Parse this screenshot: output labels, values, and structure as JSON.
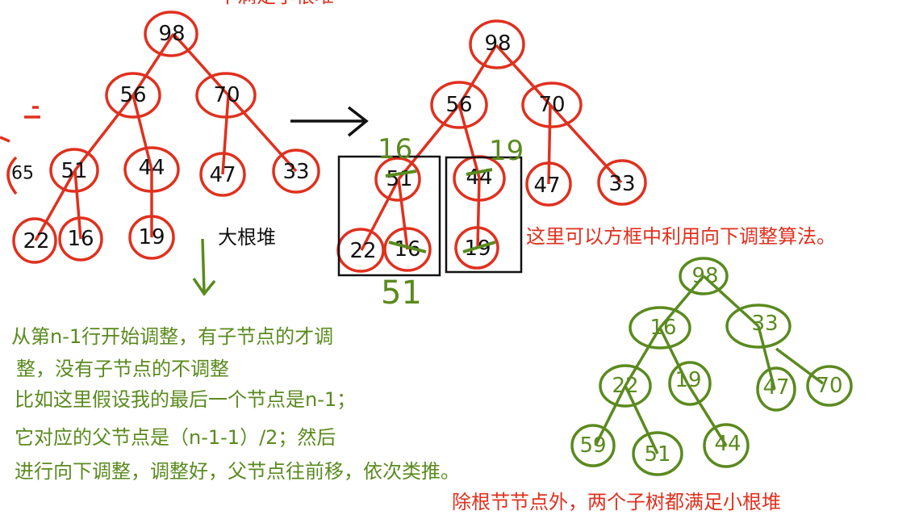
{
  "colors": {
    "red": "#e0301e",
    "green": "#5a8a1e",
    "black": "#111111"
  },
  "heading_partial": "不满足小根堆",
  "tree1": {
    "nodes": [
      "98",
      "56",
      "70",
      "51",
      "44",
      "47",
      "33",
      "22",
      "16",
      "19"
    ],
    "partial_node": "65"
  },
  "label_big_heap": "大根堆",
  "tree2": {
    "nodes": [
      "98",
      "56",
      "70",
      "51",
      "44",
      "47",
      "33",
      "22",
      "16",
      "19"
    ],
    "annotations": {
      "a16": "16",
      "a19": "19",
      "a51": "51"
    }
  },
  "note_red": "这里可以方框中利用向下调整算法。",
  "tree3": {
    "nodes": [
      "98",
      "16",
      "33",
      "22",
      "19",
      "47",
      "70",
      "59",
      "51",
      "44"
    ]
  },
  "explanation": [
    "从第n-1行开始调整，有子节点的才调",
    "整，没有子节点的不调整",
    "比如这里假设我的最后一个节点是n-1；",
    "它对应的父节点是（n-1-1）/2；然后",
    "进行向下调整，调整好，父节点往前移，依次类推。"
  ],
  "bottom_red": "除根节节点外，两个子树都满足小根堆"
}
